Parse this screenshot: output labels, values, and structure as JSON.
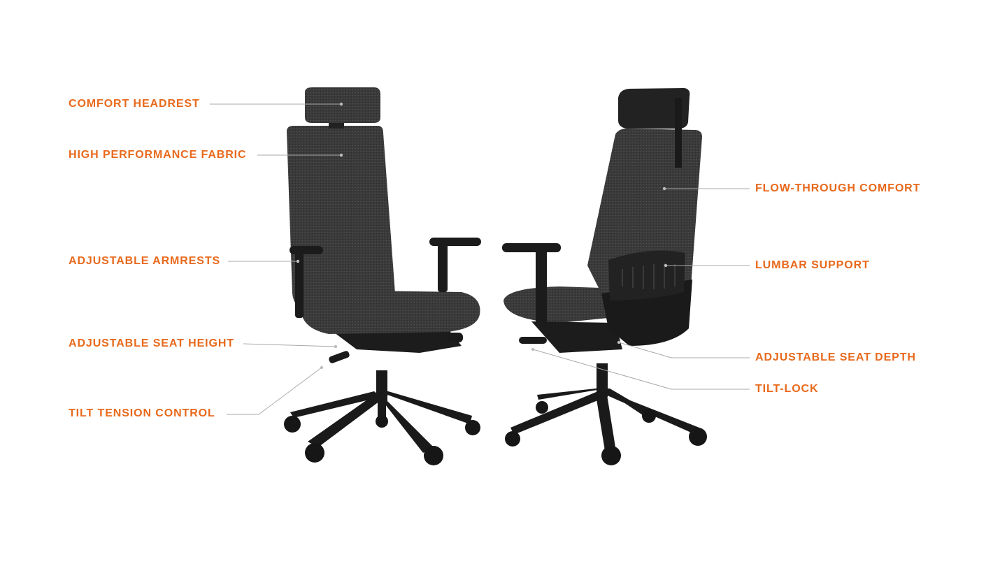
{
  "accent_color": "#e8691c",
  "labels_left": [
    {
      "id": "headrest",
      "text": "COMFORT HEADREST"
    },
    {
      "id": "fabric",
      "text": "HIGH PERFORMANCE FABRIC"
    },
    {
      "id": "armrests",
      "text": "ADJUSTABLE ARMRESTS"
    },
    {
      "id": "seat-height",
      "text": "ADJUSTABLE SEAT HEIGHT"
    },
    {
      "id": "tilt-tension",
      "text": "TILT TENSION CONTROL"
    }
  ],
  "labels_right": [
    {
      "id": "flow-through",
      "text": "FLOW-THROUGH COMFORT"
    },
    {
      "id": "lumbar",
      "text": "LUMBAR SUPPORT"
    },
    {
      "id": "seat-depth",
      "text": "ADJUSTABLE SEAT DEPTH"
    },
    {
      "id": "tilt-lock",
      "text": "TILT-LOCK"
    }
  ]
}
